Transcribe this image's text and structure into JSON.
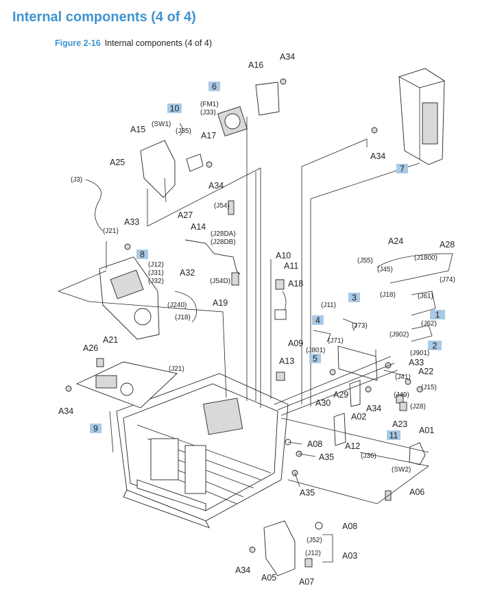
{
  "page": {
    "title": "Internal components (4 of 4)",
    "figure_label": "Figure 2-16",
    "figure_caption": "Internal components (4 of 4)"
  },
  "callouts": [
    {
      "id": "c1",
      "text": "1"
    },
    {
      "id": "c2",
      "text": "2"
    },
    {
      "id": "c3",
      "text": "3"
    },
    {
      "id": "c4",
      "text": "4"
    },
    {
      "id": "c5",
      "text": "5"
    },
    {
      "id": "c6",
      "text": "6"
    },
    {
      "id": "c7",
      "text": "7"
    },
    {
      "id": "c8",
      "text": "8"
    },
    {
      "id": "c9",
      "text": "9"
    },
    {
      "id": "c10",
      "text": "10"
    },
    {
      "id": "c11",
      "text": "11"
    }
  ],
  "part_labels": [
    "A34",
    "A16",
    "A15",
    "A17",
    "A34",
    "A25",
    "A27",
    "A14",
    "A33",
    "A32",
    "A19",
    "A10",
    "A11",
    "A18",
    "A09",
    "A13",
    "A34",
    "A24",
    "A28",
    "A33",
    "A22",
    "A23",
    "A01",
    "A06",
    "A08",
    "A03",
    "A07",
    "A05",
    "A34",
    "A08",
    "A35",
    "A35",
    "A12",
    "A02",
    "A34",
    "A29",
    "A30",
    "A26",
    "A21",
    "A34"
  ],
  "connector_labels": [
    "(FM1)",
    "(J33)",
    "(SW1)",
    "(J35)",
    "(J3)",
    "(J21)",
    "(J54)",
    "(J28DA)",
    "(J28DB)",
    "(J12)",
    "(J31)",
    "(J32)",
    "(J240)",
    "(J18)",
    "(J54D)",
    "(J11)",
    "(J73)",
    "(J71)",
    "(J801)",
    "(J55)",
    "(J45)",
    "(J1800)",
    "(J74)",
    "(J18)",
    "(J61)",
    "(J62)",
    "(J902)",
    "(J901)",
    "(J41)",
    "(J15)",
    "(J49)",
    "(J28)",
    "(J36)",
    "(SW2)",
    "(J52)",
    "(J12)",
    "(J21)"
  ]
}
